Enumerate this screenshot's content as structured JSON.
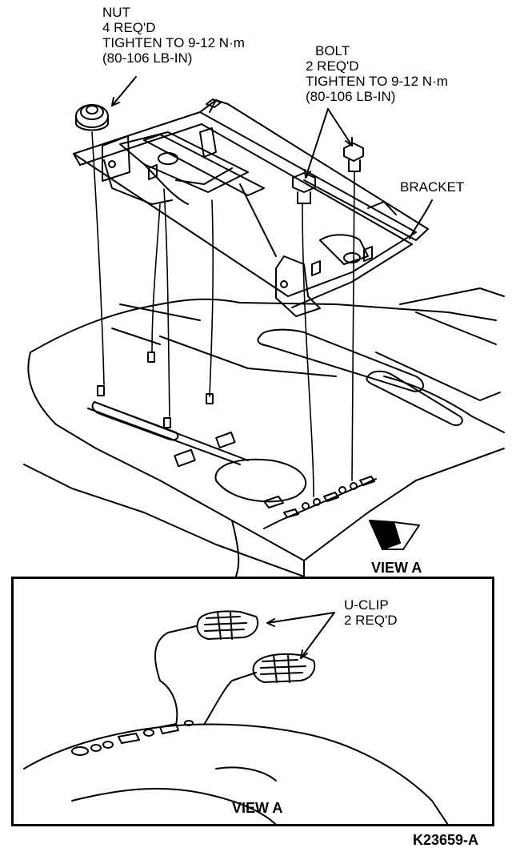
{
  "labels": {
    "nut": [
      "NUT",
      "4 REQ'D",
      "TIGHTEN TO 9-12 N·m",
      "(80-106 LB-IN)"
    ],
    "bolt": [
      "BOLT",
      "2 REQ'D",
      "TIGHTEN TO 9-12 N·m",
      "(80-106 LB-IN)"
    ],
    "bracket": "BRACKET",
    "view_a_main": "VIEW A",
    "uclip": [
      "U-CLIP",
      "2 REQ'D"
    ],
    "view_a_detail": "VIEW A",
    "figure_id": "K23659-A"
  },
  "colors": {
    "ink": "#000000",
    "paper": "#ffffff"
  }
}
